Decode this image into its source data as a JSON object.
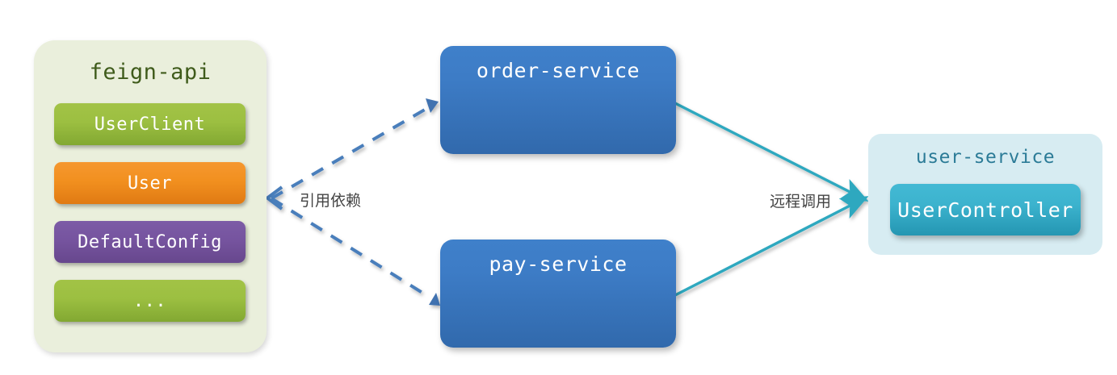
{
  "diagram": {
    "title_implicit": "feign-api shared dependency and remote call topology",
    "background": "#ffffff",
    "colors": {
      "panel_feign_bg": "#eaefdc",
      "panel_feign_title": "#3f5b1b",
      "chip_green": "#9cbf41",
      "chip_orange": "#f2901f",
      "chip_purple": "#76549f",
      "service_blue": "#3d7cc6",
      "panel_user_bg": "#d7ecf2",
      "panel_user_title": "#2b7b97",
      "chip_teal": "#3cb3ce",
      "edge_dashed": "#4a7ebb",
      "edge_solid": "#2fa8bf",
      "edge_label_text": "#434343"
    }
  },
  "feign_panel": {
    "title": "feign-api",
    "items": [
      {
        "label": "UserClient",
        "color": "green"
      },
      {
        "label": "User",
        "color": "orange"
      },
      {
        "label": "DefaultConfig",
        "color": "purple"
      },
      {
        "label": "...",
        "color": "green"
      }
    ]
  },
  "services": [
    {
      "label": "order-service"
    },
    {
      "label": "pay-service"
    }
  ],
  "user_panel": {
    "title": "user-service",
    "component": "UserController"
  },
  "edges": {
    "dependency_label": "引用依赖",
    "remote_call_label": "远程调用"
  }
}
